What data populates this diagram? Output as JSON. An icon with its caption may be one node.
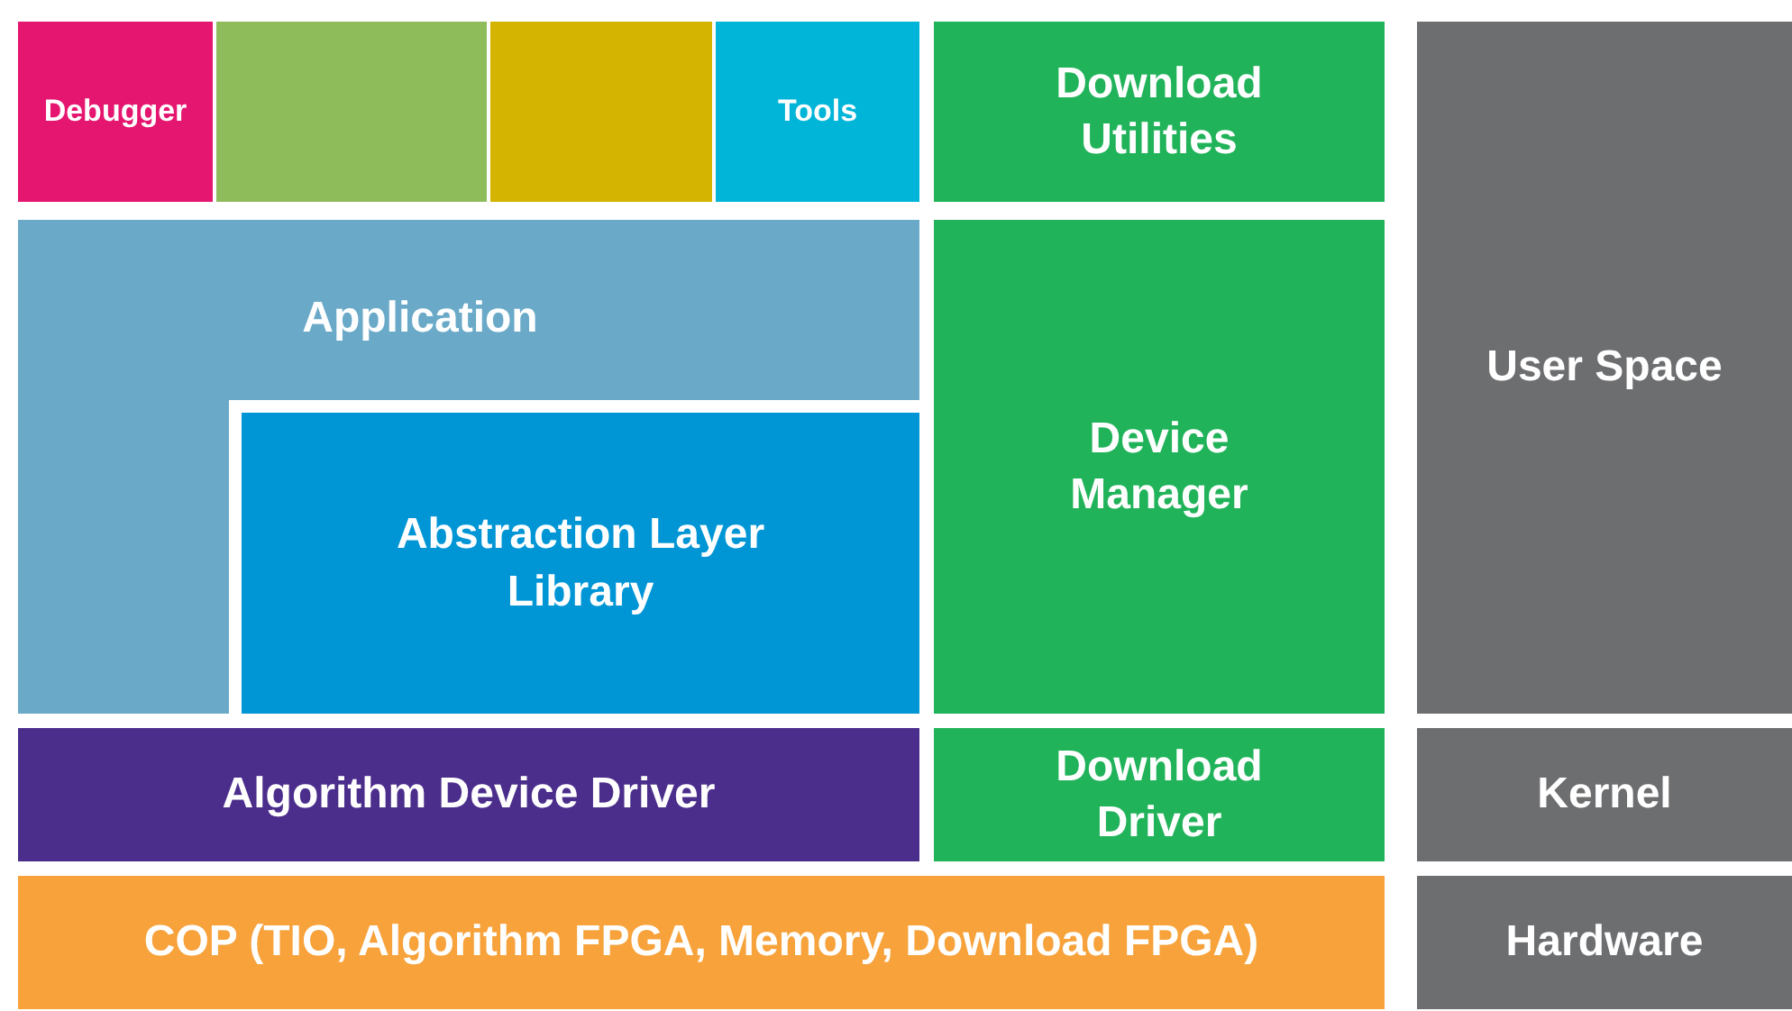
{
  "diagram": {
    "nodes": [
      {
        "text": [
          "Debugger"
        ]
      },
      {
        "text": [],
        "shape": "box"
      },
      {
        "text": [],
        "shape": "box"
      },
      {
        "text": [
          "Tools"
        ]
      },
      {
        "text": [
          "Download Utilities"
        ]
      },
      {
        "text": [
          "User Space"
        ]
      },
      {
        "text": [
          "Application"
        ]
      },
      {
        "text": [
          "Abstraction Layer Library"
        ],
        "in": 6
      },
      {
        "text": [
          "Device Manager"
        ]
      },
      {
        "text": [
          "Algorithm Device Driver"
        ]
      },
      {
        "text": [
          "Download Driver"
        ]
      },
      {
        "text": [
          "Kernel"
        ]
      },
      {
        "text": [
          "COP (TIO, Algorithm FPGA, Memory, Download FPGA)"
        ]
      },
      {
        "text": [
          "Hardware"
        ]
      }
    ]
  }
}
